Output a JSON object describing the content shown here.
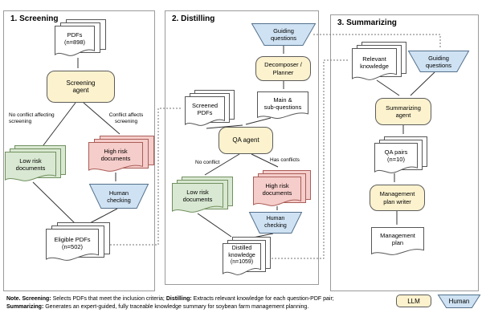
{
  "panels": {
    "p1": "1. Screening",
    "p2": "2. Distilling",
    "p3": "3. Summarizing"
  },
  "nodes": {
    "pdfs": "PDFs\n(n=898)",
    "screening_agent": "Screening\nagent",
    "low_risk_1": "Low risk\ndocuments",
    "high_risk_1": "High risk\ndocuments",
    "human_checking_1": "Human\nchecking",
    "eligible_pdfs": "Eligible PDFs\n(n=502)",
    "guiding_questions_2": "Guiding\nquestions",
    "decomposer": "Decomposer /\nPlanner",
    "main_sub_questions": "Main &\nsub-questions",
    "screened_pdfs": "Screened\nPDFs",
    "qa_agent": "QA agent",
    "low_risk_2": "Low risk\ndocuments",
    "high_risk_2": "High risk\ndocuments",
    "human_checking_2": "Human\nchecking",
    "distilled_knowledge": "Distilled\nknowledge\n(n=1059)",
    "relevant_knowledge": "Relevant\nknowledge",
    "guiding_questions_3": "Guiding\nquestions",
    "summarizing_agent": "Summarizing\nagent",
    "qa_pairs": "QA pairs\n(n=10)",
    "plan_writer": "Management\nplan writer",
    "management_plan": "Management\nplan"
  },
  "edge_labels": {
    "no_conflict_affecting": "No conflict affecting\nscreening",
    "conflict_affects": "Conflict affects\nscreening",
    "no_conflict": "No conflict",
    "has_conflicts": "Has conflicts"
  },
  "legend": {
    "llm": "LLM",
    "human": "Human"
  },
  "note": {
    "n": "Note. ",
    "s1": "Screening:",
    "t1": " Selects PDFs that meet the inclusion criteria; ",
    "s2": "Distilling:",
    "t2": " Extracts relevant knowledge for each question-PDF pair;",
    "s3": "Summarizing:",
    "t3": " Generates an expert-guided, fully traceable knowledge summary for soybean farm management planning."
  },
  "colors": {
    "llm_fill": "#fcf2ce",
    "human_fill": "#cfe2f3",
    "low_risk_fill": "#d9e8d2",
    "high_risk_fill": "#f5cdca"
  }
}
